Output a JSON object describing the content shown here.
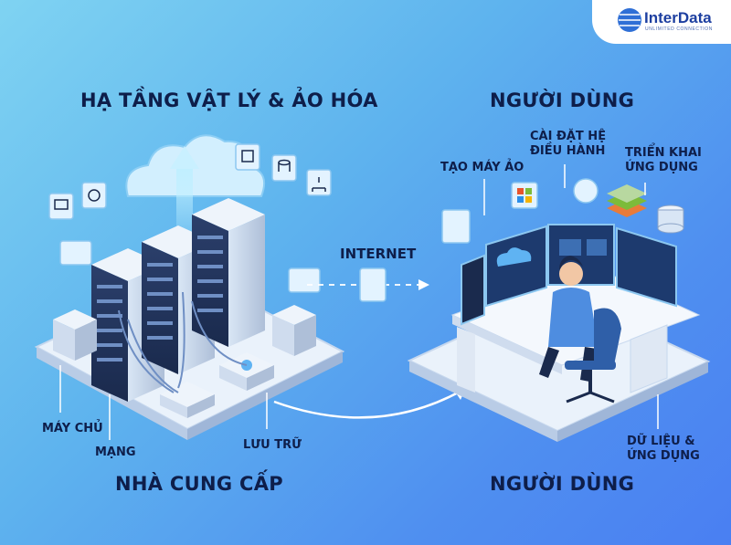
{
  "logo": {
    "name": "InterData",
    "tagline": "UNLIMITED CONNECTION"
  },
  "headings": {
    "left_top": "HẠ TẦNG VẬT LÝ & ẢO HÓA",
    "right_top": "NGƯỜI DÙNG",
    "left_bottom": "NHÀ CUNG CẤP",
    "right_bottom": "NGƯỜI DÙNG"
  },
  "connection_label": "INTERNET",
  "provider_labels": {
    "servers": "MÁY CHỦ",
    "network": "MẠNG",
    "storage": "LƯU TRỮ"
  },
  "user_labels": {
    "create_vm": "TẠO MÁY ẢO",
    "install_os_line1": "CÀI ĐẶT HỆ",
    "install_os_line2": "ĐIỀU HÀNH",
    "deploy_line1": "TRIỂN KHAI",
    "deploy_line2": "ỨNG DỤNG",
    "data_line1": "DỮ LIỆU &",
    "data_line2": "ỨNG DỤNG"
  },
  "colors": {
    "navy": "#0e1e4a",
    "accent": "#1d3fa0",
    "platform": "#eef4fb"
  }
}
